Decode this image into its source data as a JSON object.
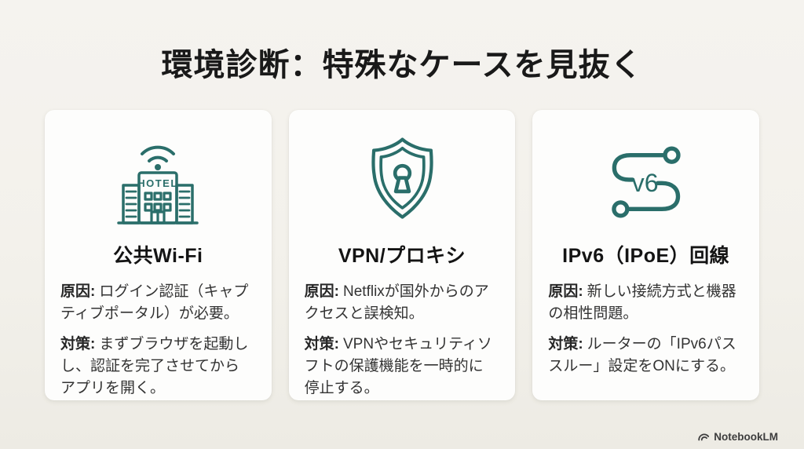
{
  "page": {
    "title": "環境診断：特殊なケースを見抜く",
    "background": "#f3f1eb",
    "accent_teal": "#2a6e6a",
    "card_background": "#fdfdfc"
  },
  "icons": {
    "hotel_sign": "HOTEL",
    "v6_label": "v6"
  },
  "cards": [
    {
      "icon": "hotel-wifi-icon",
      "title": "公共Wi-Fi",
      "cause_label": "原因:",
      "cause_text": "ログイン認証（キャプ\nティブポータル）が必要。",
      "fix_label": "対策:",
      "fix_text": "まずブラウザを起動し\nし、認証を完了させてから\nアプリを開く。"
    },
    {
      "icon": "shield-lock-icon",
      "title": "VPN/プロキシ",
      "cause_label": "原因:",
      "cause_text": "Netflixが国外からのア\nクセスと誤検知。",
      "fix_label": "対策:",
      "fix_text": "VPNやセキュリティソ\nフトの保護機能を一時的に\n停止する。"
    },
    {
      "icon": "ipv6-route-icon",
      "title": "IPv6（IPoE）回線",
      "cause_label": "原因:",
      "cause_text": "新しい接続方式と機器\nの相性問題。",
      "fix_label": "対策:",
      "fix_text": "ルーターの「IPv6パス\nスルー」設定をONにする。"
    }
  ],
  "footer": {
    "brand": "NotebookLM"
  }
}
